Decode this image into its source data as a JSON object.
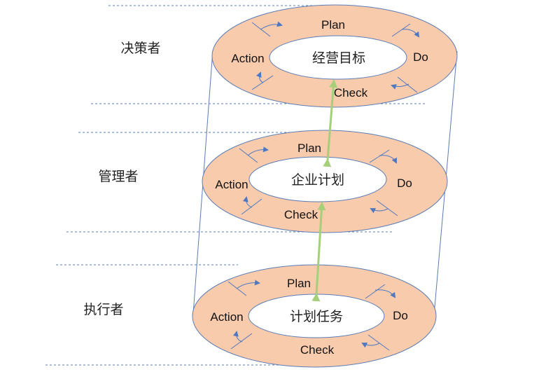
{
  "colors": {
    "ring_fill": "#f8cbad",
    "ring_stroke": "#5b7cb5",
    "inner_fill": "#ffffff",
    "guide_line": "#5b7cb5",
    "connector": "#a6cf7a",
    "cycle_arrow": "#4f78c0"
  },
  "levels": [
    {
      "role": "决策者",
      "center": "经营目标",
      "plan": "Plan",
      "do": "Do",
      "check": "Check",
      "action": "Action"
    },
    {
      "role": "管理者",
      "center": "企业计划",
      "plan": "Plan",
      "do": "Do",
      "check": "Check",
      "action": "Action"
    },
    {
      "role": "执行者",
      "center": "计划任务",
      "plan": "Plan",
      "do": "Do",
      "check": "Check",
      "action": "Action"
    }
  ]
}
